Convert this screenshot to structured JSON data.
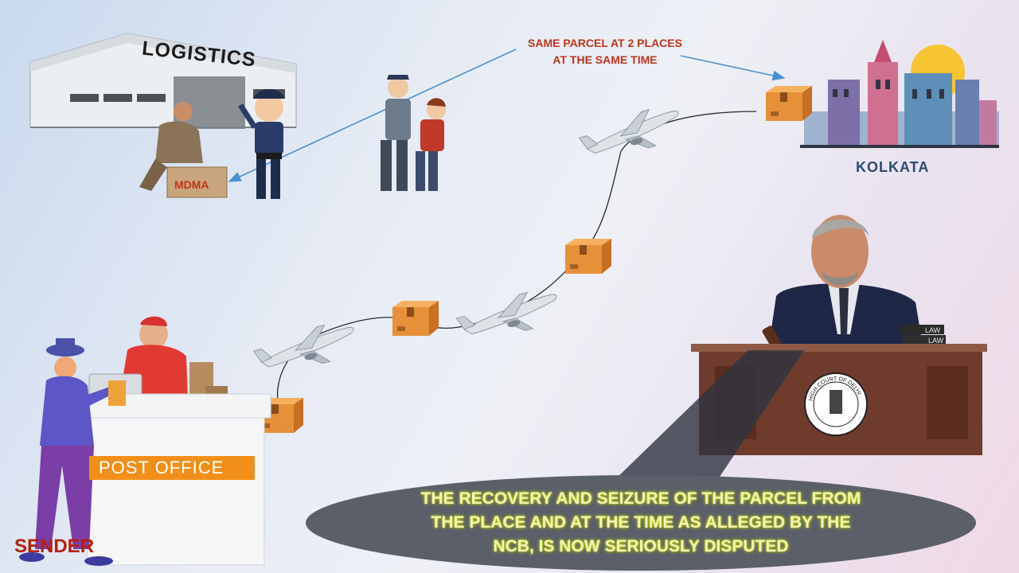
{
  "annotations": {
    "note_line1": "SAME PARCEL AT 2 PLACES",
    "note_line2": "AT THE SAME TIME",
    "city": "KOLKATA",
    "parcel_label": "MDMA",
    "warehouse_sign": "LOGISTICS",
    "post_office_sign": "POST OFFICE",
    "sender_label": "SENDER",
    "court_seal_text": "HIGH COURT OF DELHI",
    "law_book_1": "LAW",
    "law_book_2": "LAW"
  },
  "caption": {
    "line1": "THE RECOVERY AND SEIZURE OF THE PARCEL FROM",
    "line2": "THE PLACE AND AT THE TIME AS ALLEGED BY THE",
    "line3": "NCB, IS NOW SERIOUSLY DISPUTED"
  },
  "colors": {
    "accent_orange": "#f18f1a",
    "label_red": "#c0341b",
    "caption_bg": "#5b5f69",
    "caption_text": "#f6f2b8",
    "podium_brown": "#6e3b2c",
    "arrow_blue": "#4a90d0"
  },
  "icons": [
    "parcel-box-icon",
    "airplane-icon",
    "police-officer-icon",
    "arrest-scene-icon",
    "warehouse-icon",
    "city-skyline-icon",
    "judge-icon",
    "court-podium-icon",
    "court-seal-icon",
    "post-office-clerk-icon",
    "sender-person-icon"
  ]
}
